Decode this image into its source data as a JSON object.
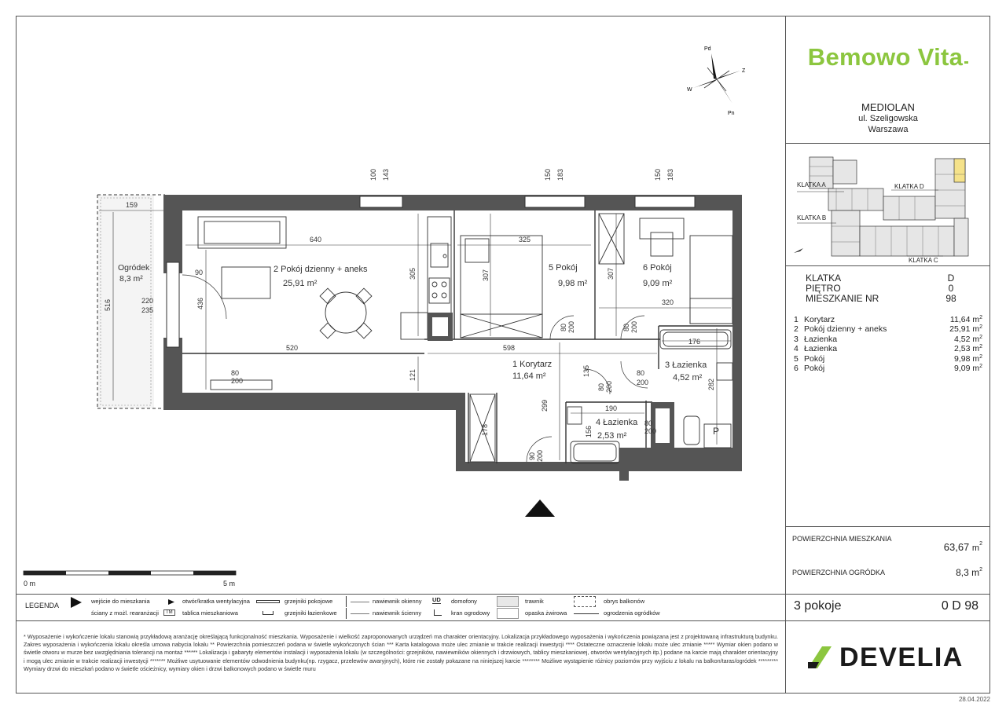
{
  "brand": {
    "name": "Bemowo Vita",
    "accent_color": "#8cc63f"
  },
  "building": {
    "name": "MEDIOLAN",
    "street": "ul. Szeligowska",
    "city": "Warszawa"
  },
  "site_plan": {
    "labels": {
      "a": "KLATKA A",
      "b": "KLATKA B",
      "c": "KLATKA C",
      "d": "KLATKA D"
    },
    "highlight_color": "#f5e28a"
  },
  "unit_info": {
    "klatka_label": "KLATKA",
    "klatka_value": "D",
    "pietro_label": "PIĘTRO",
    "pietro_value": "0",
    "mieszkanie_label": "MIESZKANIE NR",
    "mieszkanie_value": "98"
  },
  "rooms": [
    {
      "num": "1",
      "name": "Korytarz",
      "area": "11,64"
    },
    {
      "num": "2",
      "name": "Pokój dzienny + aneks",
      "area": "25,91"
    },
    {
      "num": "3",
      "name": "Łazienka",
      "area": "4,52"
    },
    {
      "num": "4",
      "name": "Łazienka",
      "area": "2,53"
    },
    {
      "num": "5",
      "name": "Pokój",
      "area": "9,98"
    },
    {
      "num": "6",
      "name": "Pokój",
      "area": "9,09"
    }
  ],
  "area_unit": "m",
  "area_sup": "2",
  "summary": {
    "apartment_label": "POWIERZCHNIA MIESZKANIA",
    "apartment_value": "63,67",
    "garden_label": "POWIERZCHNIA OGRÓDKA",
    "garden_value": "8,3",
    "rooms_count": "3 pokoje",
    "unit_code": "0 D 98"
  },
  "developer": {
    "name": "DEVELIA",
    "accent_color": "#8cc63f"
  },
  "compass": {
    "n": "Pd",
    "e": "Z",
    "s": "Pn",
    "w": "W"
  },
  "plan": {
    "rooms": [
      {
        "title": "2  Pokój dzienny + aneks",
        "area": "25,91 m²"
      },
      {
        "title": "5  Pokój",
        "area": "9,98 m²"
      },
      {
        "title": "6  Pokój",
        "area": "9,09 m²"
      },
      {
        "title": "1  Korytarz",
        "area": "11,64 m²"
      },
      {
        "title": "3  Łazienka",
        "area": "4,52 m²"
      },
      {
        "title": "4  Łazienka",
        "area": "2,53 m²"
      }
    ],
    "garden": {
      "title": "Ogródek",
      "area": "8,3 m²"
    },
    "dims": [
      "159",
      "640",
      "325",
      "320",
      "520",
      "598",
      "176",
      "190",
      "305",
      "307",
      "307",
      "516",
      "436",
      "220",
      "235",
      "121",
      "135",
      "299",
      "178",
      "282",
      "156",
      "100",
      "143",
      "150",
      "183",
      "150",
      "183",
      "80",
      "200",
      "80",
      "200",
      "80",
      "200",
      "80",
      "200",
      "80",
      "200",
      "90",
      "200",
      "80",
      "200",
      "90"
    ],
    "misc": {
      "p_label": "P"
    }
  },
  "scale": {
    "start": "0 m",
    "end": "5 m"
  },
  "legend": {
    "title": "LEGENDA",
    "items": [
      "wejście do mieszkania",
      "otwór/kratka wentylacyjna",
      "grzejniki pokojowe",
      "nawiewnik okienny",
      "domofony",
      "trawnik",
      "obrys balkonów",
      "ściany z możl. rearanżacji",
      "tablica mieszkaniowa",
      "grzejniki łazienkowe",
      "nawiewnik ścienny",
      "kran ogrodowy",
      "opaska żwirowa",
      "ogrodzenia ogródków"
    ],
    "icons": {
      "ud": "UD",
      "tm": "TM"
    }
  },
  "notes": "* Wyposażenie i wykończenie lokalu stanowią przykładową aranżację określającą funkcjonalność mieszkania. Wyposażenie i wielkość zaproponowanych urządzeń ma charakter orientacyjny. Lokalizacja przykładowego wyposażenia i wykończenia powiązana jest z projektowaną infrastrukturą budynku. Zakres wyposażenia i wykończenia lokalu określa umowa nabycia lokalu ** Powierzchnia pomieszczeń podana w świetle wykończonych ścian *** Karta katalogowa może ulec zmianie w trakcie realizacji inwestycji **** Ostateczne oznaczenie lokalu może ulec zmianie ***** Wymiar okien podano w świetle otworu w murze bez uwzględniania tolerancji na montaż ****** Lokalizacja i gabaryty elementów instalacji i wyposażenia lokalu (w szczególności: grzejników, nawiewników okiennych i drzwiowych, tablicy mieszkaniowej, otworów wentylacyjnych itp.) podane na karcie mają charakter orientacyjny i mogą ulec zmianie w trakcie realizacji inwestycji ******* Możliwe usytuowanie elementów odwodnienia budynku(np. rzygacz, przelewów awaryjnych), które nie zostały pokazane na niniejszej karcie ******** Możliwe wystąpienie różnicy poziomów przy wyjściu z lokalu na balkon/taras/ogródek ********* Wymiary drzwi do mieszkań podano w świetle ościeżnicy, wymiary okien i drzwi balkonowych podano w świetle muru",
  "date": "28.04.2022"
}
